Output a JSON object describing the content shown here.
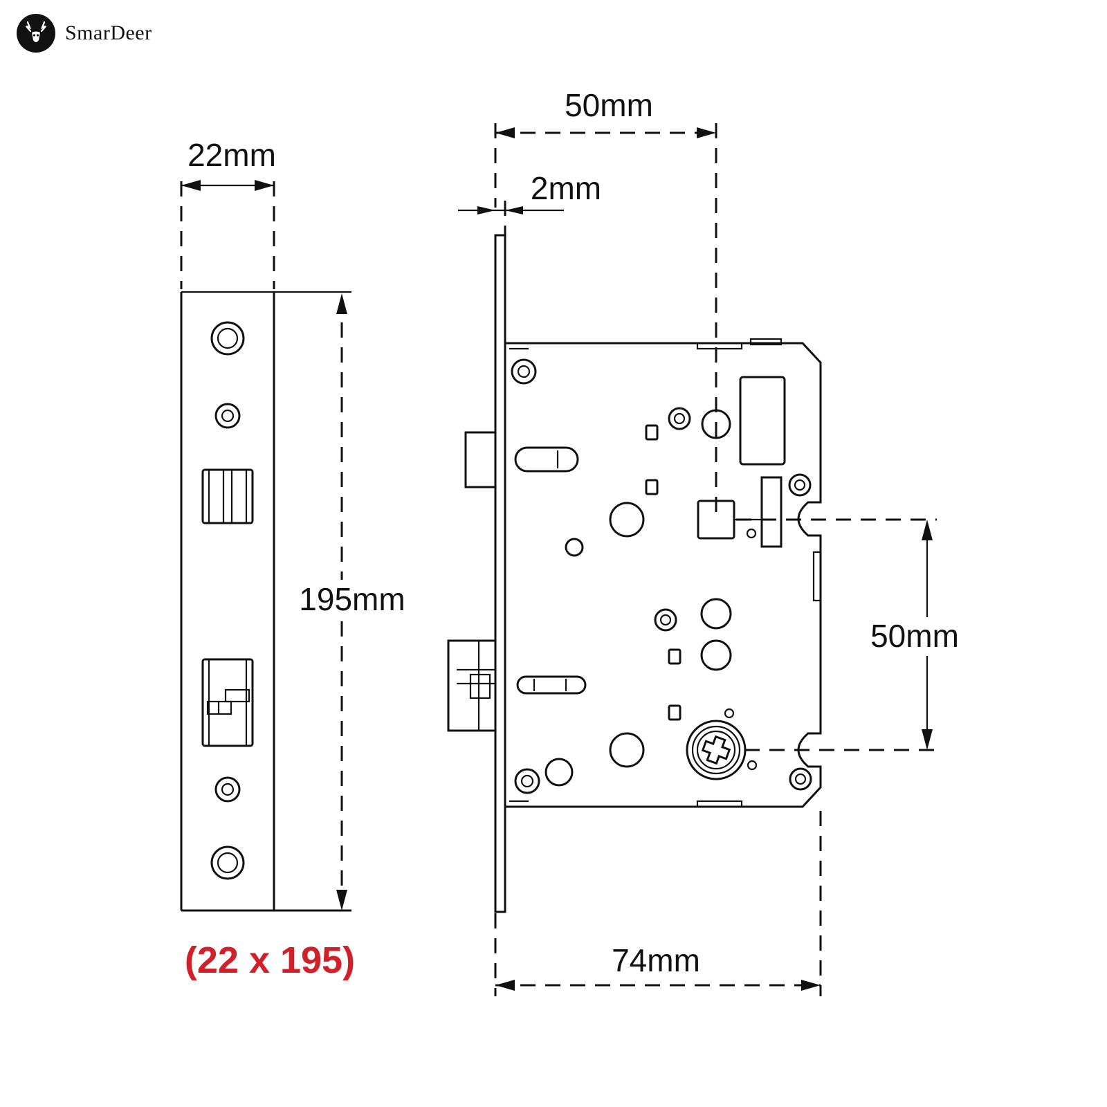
{
  "brand": {
    "name": "SmarDeer",
    "icon": "deer-head-logo-icon"
  },
  "dimensions": {
    "faceplate_width": "22mm",
    "faceplate_height": "195mm",
    "backset": "50mm",
    "faceplate_thickness": "2mm",
    "case_width": "74mm",
    "centre_distance": "50mm"
  },
  "size_label": "(22 x 195)",
  "colors": {
    "line": "#111111",
    "size_label": "#d0202a",
    "background": "#ffffff"
  }
}
